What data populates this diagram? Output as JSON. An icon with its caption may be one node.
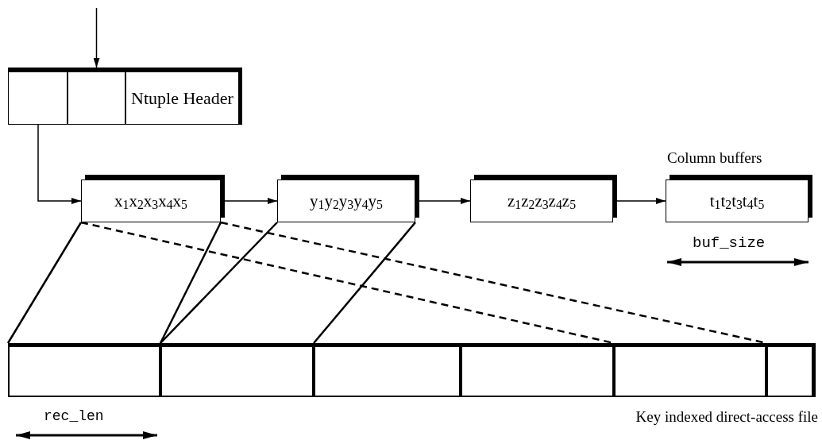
{
  "diagram": {
    "nodes": [
      {
        "text": [],
        "shape": "box"
      },
      {
        "text": [],
        "shape": "box"
      },
      {
        "text": [
          "Ntuple Header"
        ]
      },
      {
        "text": [
          "x$_{1}$x$_{2}$x$_{3}$x$_{4}$x$_{5}$"
        ]
      },
      {
        "text": [
          "y$_{1}$y$_{2}$y$_{3}$y$_{4}$y$_{5}$"
        ]
      },
      {
        "text": [
          "z$_{1}$z$_{2}$z$_{3}$z$_{4}$z$_{5}$"
        ]
      },
      {
        "text": [
          "t$_{1}$t$_{2}$t$_{3}$t$_{4}$t$_{5}$"
        ]
      },
      {
        "text": [],
        "shape": "box"
      },
      {
        "text": [],
        "shape": "box"
      },
      {
        "text": [],
        "shape": "box"
      },
      {
        "text": [],
        "shape": "box"
      },
      {
        "text": [],
        "shape": "box"
      },
      {
        "text": [],
        "shape": "box"
      }
    ],
    "edges": [
      {
        "from": null,
        "to": 1,
        "arrow": "to"
      },
      {
        "from": 0,
        "to": 3,
        "arrow": "to"
      },
      {
        "from": 3,
        "to": 4,
        "arrow": "to"
      },
      {
        "from": 4,
        "to": 5,
        "arrow": "to"
      },
      {
        "from": 5,
        "to": 6,
        "arrow": "to"
      },
      {
        "from": 3,
        "to": 7,
        "arrow": "none"
      },
      {
        "from": 3,
        "to": 8,
        "arrow": "none"
      },
      {
        "from": 4,
        "to": 8,
        "arrow": "none"
      },
      {
        "from": 4,
        "to": 9,
        "arrow": "none"
      },
      {
        "from": 3,
        "to": 11,
        "arrow": "none",
        "style": "dashed"
      },
      {
        "from": 3,
        "to": 12,
        "arrow": "none",
        "style": "dashed"
      }
    ],
    "labels": [
      "Column buffers",
      "buf_size",
      "rec_len",
      "Key indexed direct-access file"
    ]
  }
}
